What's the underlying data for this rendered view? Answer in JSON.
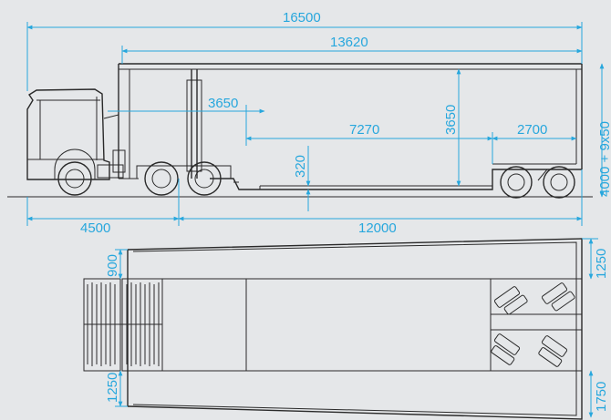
{
  "diagram": {
    "colors": {
      "dimension": "#27a7dd",
      "outline": "#2a2a2a",
      "background": "#e5e7e9"
    },
    "side_view": {
      "overall_length": "16500",
      "trailer_length": "13620",
      "kingpin_to_front": "3650",
      "well_length": "7270",
      "interior_height": "3650",
      "rear_deck_length": "2700",
      "well_floor_height": "320",
      "overall_height": "4000 + 9x50",
      "tractor_length": "4500",
      "trailer_wheelbase": "12000"
    },
    "top_view": {
      "front_left_extension": "900",
      "front_right_extension": "1250",
      "rear_left_extension": "1250",
      "rear_right_extension": "1750"
    }
  }
}
